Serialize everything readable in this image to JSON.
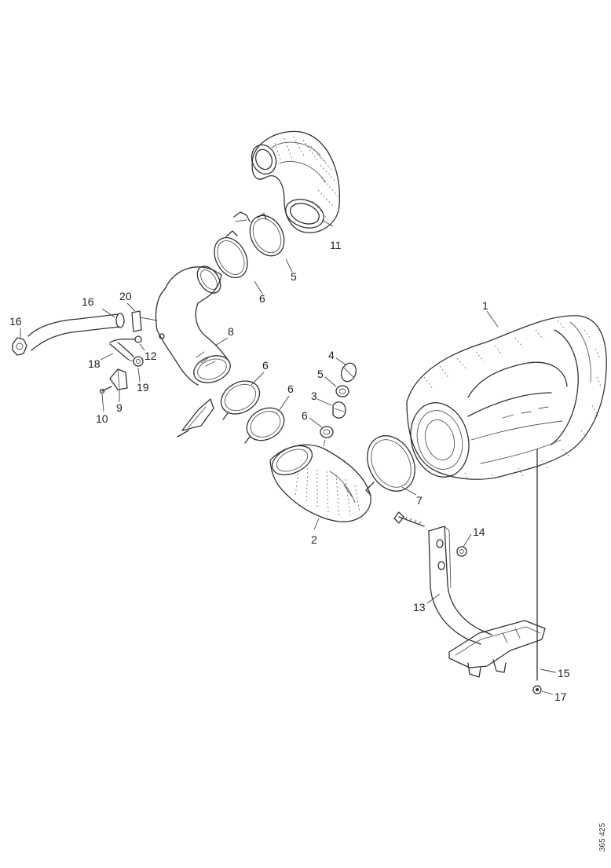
{
  "callouts": [
    {
      "id": "c1",
      "text": "1"
    },
    {
      "id": "c2",
      "text": "2"
    },
    {
      "id": "c3",
      "text": "3"
    },
    {
      "id": "c4",
      "text": "4"
    },
    {
      "id": "c5a",
      "text": "5"
    },
    {
      "id": "c5b",
      "text": "5"
    },
    {
      "id": "c6a",
      "text": "6"
    },
    {
      "id": "c6b",
      "text": "6"
    },
    {
      "id": "c6c",
      "text": "6"
    },
    {
      "id": "c6d",
      "text": "6"
    },
    {
      "id": "c7",
      "text": "7"
    },
    {
      "id": "c8",
      "text": "8"
    },
    {
      "id": "c9",
      "text": "9"
    },
    {
      "id": "c10",
      "text": "10"
    },
    {
      "id": "c11",
      "text": "11"
    },
    {
      "id": "c12",
      "text": "12"
    },
    {
      "id": "c13",
      "text": "13"
    },
    {
      "id": "c14",
      "text": "14"
    },
    {
      "id": "c15",
      "text": "15"
    },
    {
      "id": "c16a",
      "text": "16"
    },
    {
      "id": "c16b",
      "text": "16"
    },
    {
      "id": "c17",
      "text": "17"
    },
    {
      "id": "c18",
      "text": "18"
    },
    {
      "id": "c19",
      "text": "19"
    },
    {
      "id": "c20",
      "text": "20"
    }
  ],
  "drawing_code": "365 425"
}
